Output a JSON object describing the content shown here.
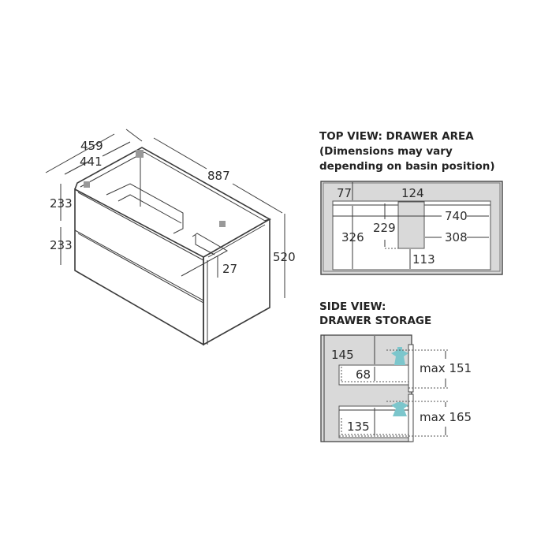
{
  "iso_view": {
    "depth_outer": "459",
    "depth_inner": "441",
    "width": "887",
    "drawer_top_height": "233",
    "drawer_bottom_height": "233",
    "height": "520",
    "gap": "27"
  },
  "top_view": {
    "title": "TOP VIEW: DRAWER AREA",
    "note_line1": "(Dimensions may vary",
    "note_line2": "depending on basin position)",
    "dims": {
      "a": "77",
      "b": "124",
      "c": "740",
      "d": "326",
      "e": "229",
      "f": "308",
      "g": "113"
    }
  },
  "side_view": {
    "title_line1": "SIDE VIEW:",
    "title_line2": "DRAWER STORAGE",
    "dims": {
      "a": "145",
      "b": "68",
      "c": "135",
      "max1": "max 151",
      "max2": "max 165"
    },
    "accent_color": "#7cc6cc"
  }
}
